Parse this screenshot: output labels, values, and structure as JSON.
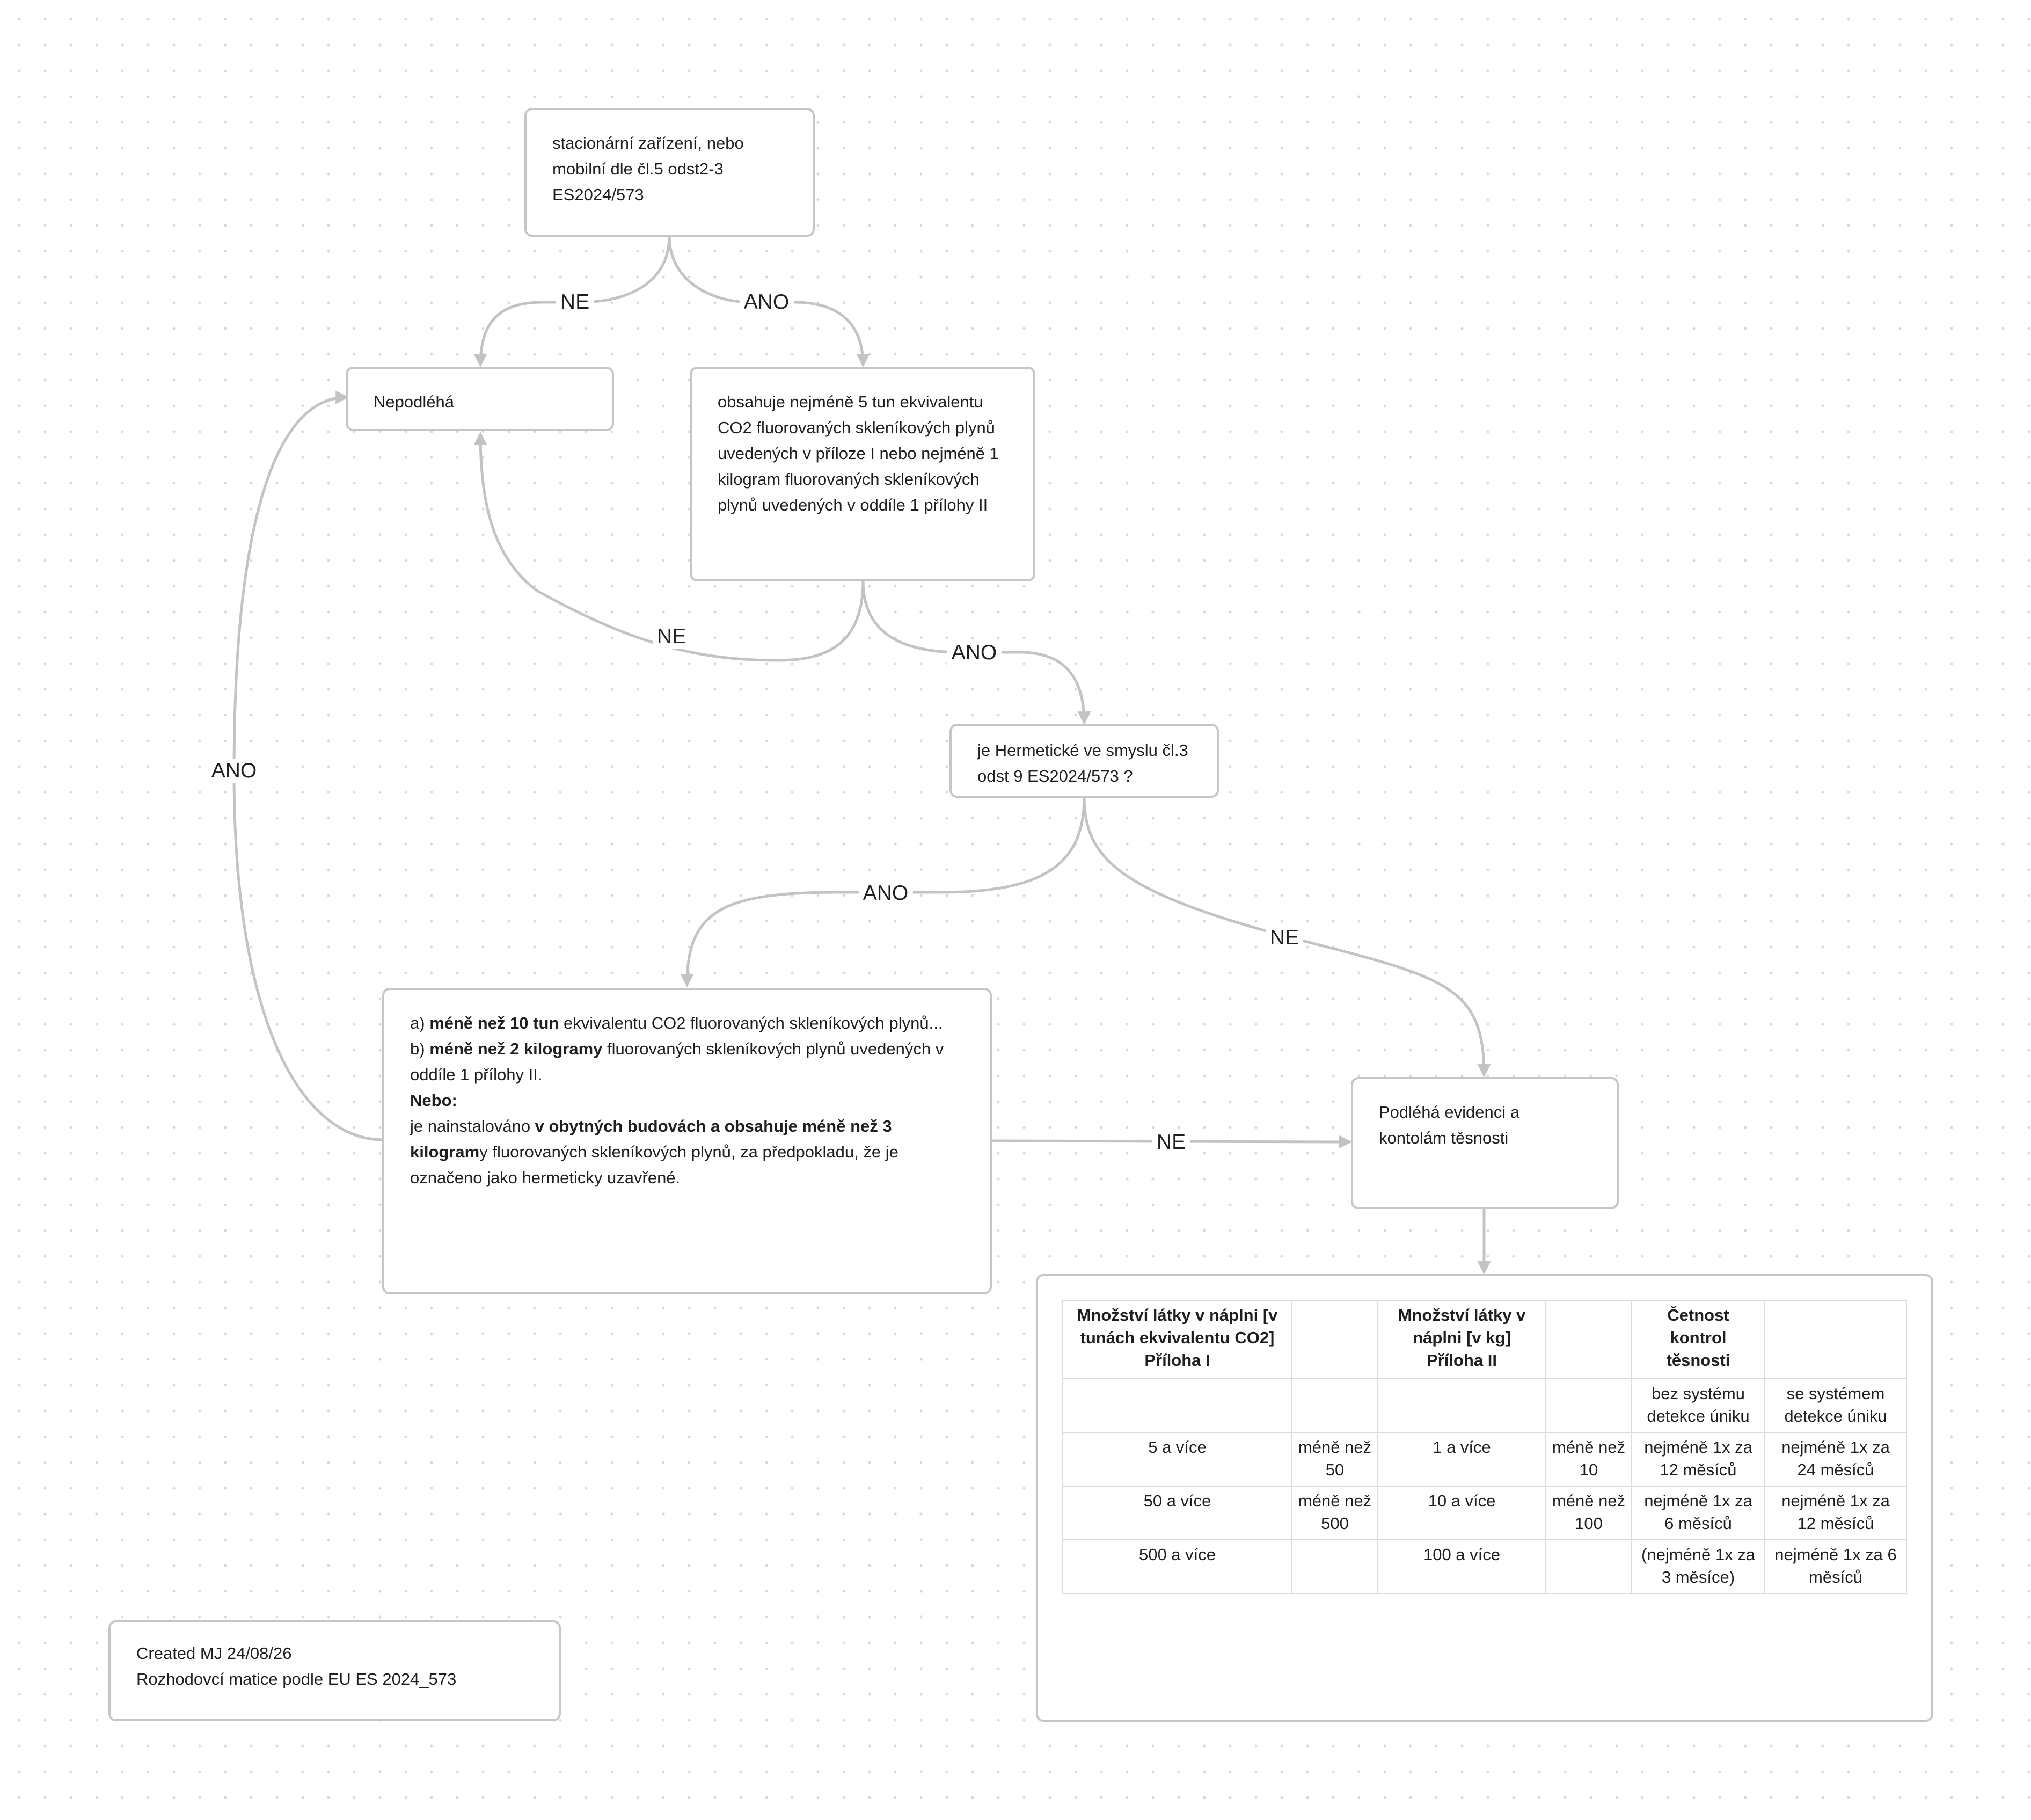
{
  "nodes": {
    "start": "stacionární zařízení, nebo mobilní dle čl.5 odst2-3 ES2024/573",
    "not_subject": "Nepodléhá",
    "contains": "obsahuje nejméně 5 tun ekvivalentu CO2 fluorovaných skleníkových plynů uvedených v příloze I nebo nejméně 1 kilogram fluorovaných skleníkových plynů uvedených v oddíle 1 přílohy II",
    "hermetic": "je Hermetické ve smyslu čl.3 odst 9 ES2024/573 ?",
    "exempt": {
      "a_prefix": "a) ",
      "a_bold": "méně než 10 tun",
      "a_rest": " ekvivalentu CO2 fluorovaných skleníkových plynů...",
      "b_prefix": "b) ",
      "b_bold": "méně než 2 kilogramy",
      "b_rest": " fluorovaných skleníkových plynů uvedených v oddíle 1 přílohy II.",
      "or_label": "Nebo:",
      "c_prefix": "je nainstalováno ",
      "c_bold1": "v obytných budovách a obsahuje méně než 3 kilogram",
      "c_rest": "y fluorovaných skleníkových plynů, za předpokladu, že je označeno jako hermeticky uzavřené."
    },
    "subject": "Podléhá evidenci a kontolám těsnosti",
    "credit_line1": "Created MJ 24/08/26",
    "credit_line2": "Rozhodovcí matice podle EU ES 2024_573"
  },
  "edge_labels": {
    "start_no": "NE",
    "start_yes": "ANO",
    "contains_no": "NE",
    "contains_yes": "ANO",
    "hermetic_yes": "ANO",
    "hermetic_no": "NE",
    "exempt_yes": "ANO",
    "exempt_no": "NE"
  },
  "table": {
    "header": [
      "Množství látky v náplni [v tunách ekvivalentu CO2] Příloha I",
      "",
      "Množství látky v náplni [v kg] Příloha II",
      "",
      "Četnost kontrol těsnosti",
      ""
    ],
    "subheader": [
      "",
      "",
      "",
      "",
      "bez systému detekce úniku",
      "se systémem detekce úniku"
    ],
    "rows": [
      [
        "5 a více",
        "méně než 50",
        "1 a více",
        "méně než  10",
        "nejméně 1x za 12 měsíců",
        "nejméně 1x za 24 měsíců"
      ],
      [
        "50 a více",
        "méně než  500",
        "10 a více",
        "méně než  100",
        "nejméně 1x za 6 měsíců",
        "nejméně 1x za 12 měsíců"
      ],
      [
        "500 a více",
        "",
        "100 a více",
        "",
        "(nejméně 1x za 3 měsíce)",
        "nejméně 1x za 6 měsíců"
      ]
    ]
  }
}
